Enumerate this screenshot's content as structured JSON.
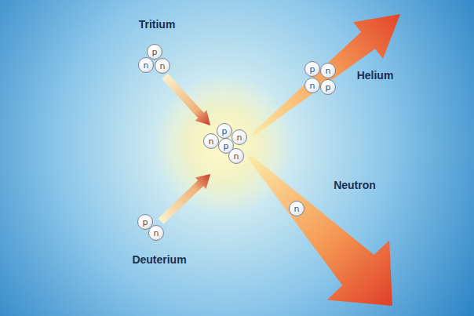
{
  "diagram": {
    "nodes": [
      {
        "text": [
          "p"
        ]
      },
      {
        "text": [
          "n"
        ]
      },
      {
        "text": [
          "n"
        ]
      },
      {
        "text": [
          "p"
        ]
      },
      {
        "text": [
          "n"
        ]
      },
      {
        "text": [
          "n"
        ]
      },
      {
        "text": [
          "p"
        ]
      },
      {
        "text": [
          "p"
        ]
      },
      {
        "text": [
          "n"
        ]
      },
      {
        "text": [
          "p"
        ]
      },
      {
        "text": [
          "n"
        ]
      },
      {
        "text": [
          "n"
        ]
      },
      {
        "text": [
          "p"
        ]
      },
      {
        "text": [
          "n"
        ]
      },
      {
        "text": [
          "n"
        ]
      }
    ],
    "labels": [
      "Tritium",
      "Helium",
      "Neutron",
      "Deuterium"
    ]
  }
}
